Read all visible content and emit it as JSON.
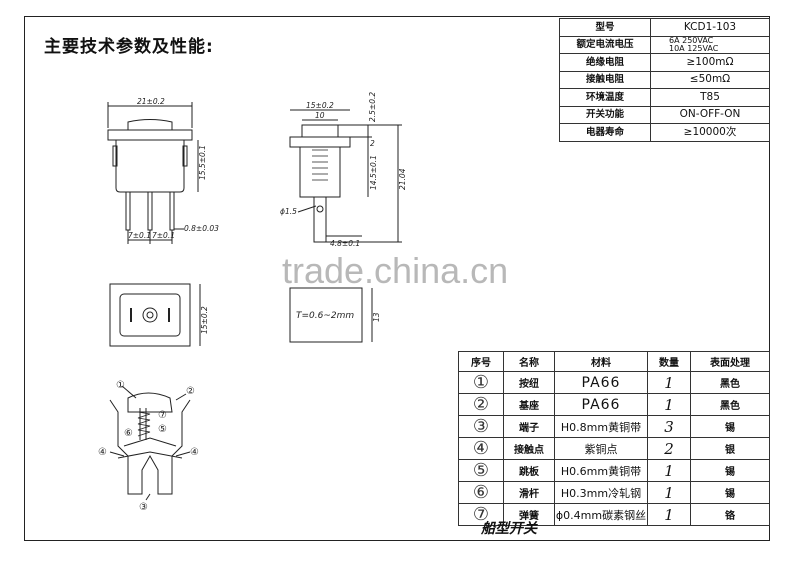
{
  "title": "主要技术参数及性能:",
  "watermark": "trade.china.cn",
  "spec_table": [
    {
      "key": "型号",
      "value": "KCD1-103"
    },
    {
      "key": "额定电流电压",
      "value_lines": [
        "6A  250VAC",
        "10A  125VAC"
      ]
    },
    {
      "key": "绝缘电阻",
      "value": "≥100mΩ"
    },
    {
      "key": "接触电阻",
      "value": "≤50mΩ"
    },
    {
      "key": "环境温度",
      "value": "T85"
    },
    {
      "key": "开关功能",
      "value": "ON-OFF-ON"
    },
    {
      "key": "电器寿命",
      "value": "≥10000次"
    }
  ],
  "bom_headers": [
    "序号",
    "名称",
    "材料",
    "数量",
    "表面处理"
  ],
  "bom_rows": [
    {
      "no": "①",
      "name": "按纽",
      "material": "PA66",
      "qty": "1",
      "finish": "黑色"
    },
    {
      "no": "②",
      "name": "基座",
      "material": "PA66",
      "qty": "1",
      "finish": "黑色"
    },
    {
      "no": "③",
      "name": "端子",
      "material": "H0.8mm黄铜带",
      "qty": "3",
      "finish": "锡"
    },
    {
      "no": "④",
      "name": "接触点",
      "material": "紫铜点",
      "qty": "2",
      "finish": "银"
    },
    {
      "no": "⑤",
      "name": "跳板",
      "material": "H0.6mm黄铜带",
      "qty": "1",
      "finish": "锡"
    },
    {
      "no": "⑥",
      "name": "滑杆",
      "material": "H0.3mm冷轧钢",
      "qty": "1",
      "finish": "锡"
    },
    {
      "no": "⑦",
      "name": "弹簧",
      "material": "ϕ0.4mm碳素钢丝",
      "qty": "1",
      "finish": "铬"
    }
  ],
  "caption": "船型开关",
  "dimensions": {
    "front_width": "21±0.2",
    "front_height": "15.5±0.1",
    "pin_pitch_left": "7±0.1",
    "pin_pitch_right": "7±0.1",
    "pin_thickness": "0.8±0.03",
    "side_width": "15±0.2",
    "side_inner": "10",
    "side_top": "2.5±0.2",
    "side_step": "2",
    "side_body": "14.5±0.1",
    "side_total": "21.04",
    "side_hole": "ϕ1.5",
    "side_pin": "4.8±0.1",
    "top_height": "15±0.2",
    "panel_thickness": "T=0.6~2mm",
    "panel_height": "13"
  },
  "callouts": [
    "①",
    "②",
    "③",
    "④",
    "④",
    "⑤",
    "⑥",
    "⑦"
  ]
}
